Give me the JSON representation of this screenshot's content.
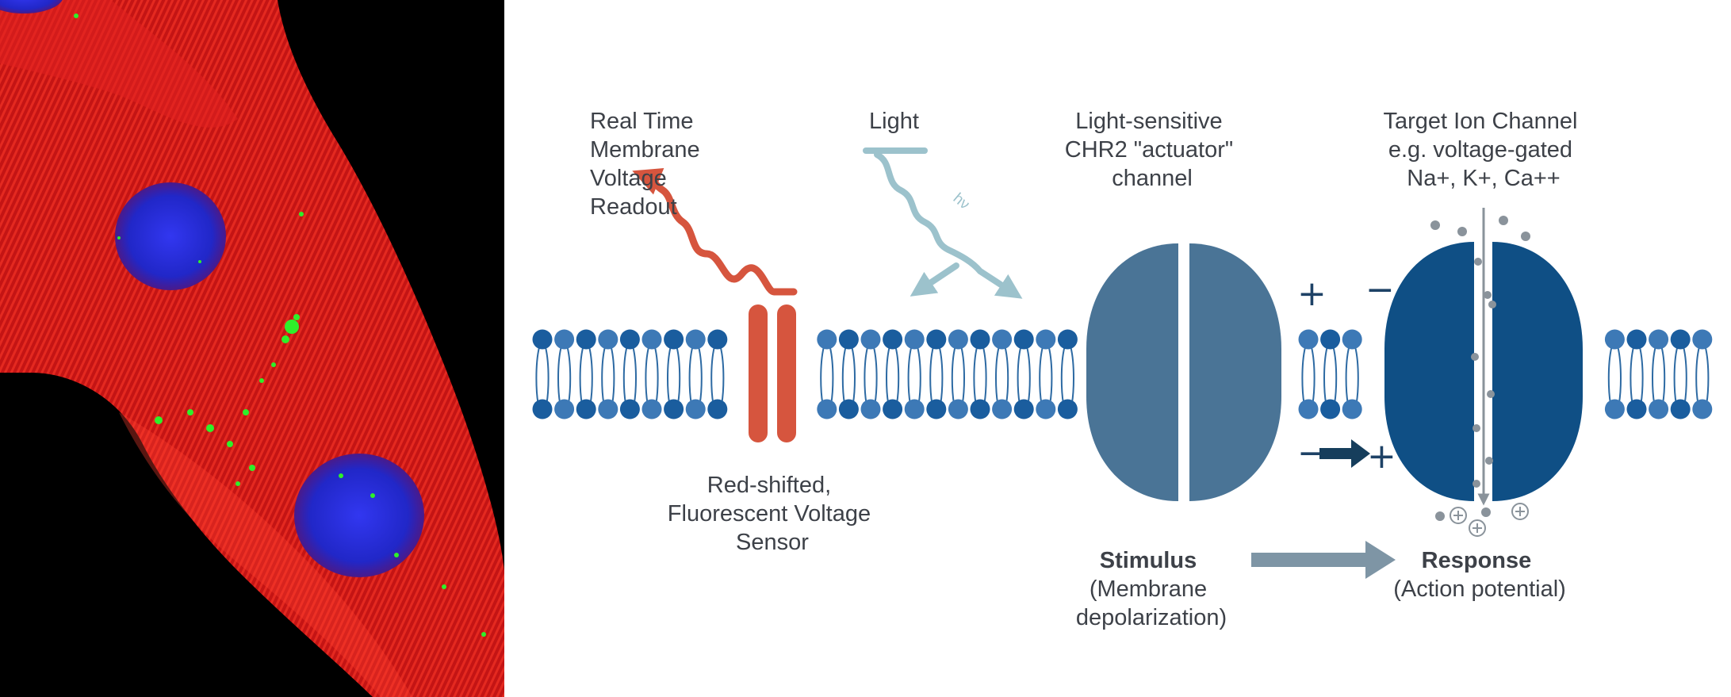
{
  "micrograph": {
    "colors": {
      "actin": "#d41a1a",
      "nuclei": "#2a2fd8",
      "puncta": "#2ef02a"
    }
  },
  "diagram": {
    "labels": {
      "readout": [
        "Real Time",
        "Membrane",
        "Voltage",
        "Readout"
      ],
      "light": "Light",
      "hv": "hν",
      "actuator": [
        "Light-sensitive",
        "CHR2 \"actuator\"",
        "channel"
      ],
      "target": [
        "Target Ion Channel",
        "e.g. voltage-gated",
        "Na+, K+, Ca++"
      ],
      "sensor": [
        "Red-shifted,",
        "Fluorescent Voltage",
        "Sensor"
      ],
      "stimulus": {
        "title": "Stimulus",
        "lines": [
          "(Membrane",
          "depolarization)"
        ]
      },
      "response": {
        "title": "Response",
        "lines": [
          "(Action potential)"
        ]
      }
    },
    "signs": {
      "chr2_top": "+",
      "chr2_bottom": "−",
      "arrow_plus": "+",
      "target_top": "−",
      "ion_plus": "+"
    },
    "colors": {
      "sensor": "#d6553e",
      "light_wave": "#9cc2cc",
      "chr2_channel": "#4a7496",
      "target_channel": "#0f4f85",
      "lipid_head_dark": "#1a5d9e",
      "lipid_head_light": "#3d79b6",
      "process_arrow": "#7e95a5",
      "dark_arrow": "#163e5c",
      "ion": "#8a939b"
    }
  }
}
